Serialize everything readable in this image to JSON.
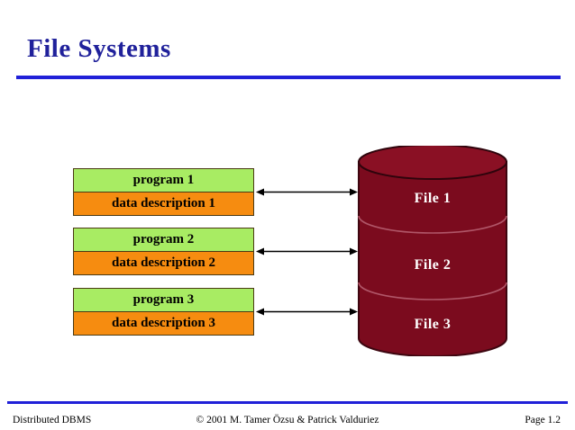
{
  "slide": {
    "title": "File Systems",
    "title_color": "#20219B",
    "rule_color": "#2020D8"
  },
  "programs": [
    {
      "program_label": "program 1",
      "data_label": "data description 1"
    },
    {
      "program_label": "program 2",
      "data_label": "data description 2"
    },
    {
      "program_label": "program 3",
      "data_label": "data description 3"
    }
  ],
  "colors": {
    "program_box": "#A8EC63",
    "data_box": "#F68C10",
    "cylinder": "#7B0B1E",
    "cylinder_top": "#8A1024",
    "cylinder_divider": "#B05668",
    "arrow": "#000000"
  },
  "database": {
    "files": [
      {
        "label": "File 1"
      },
      {
        "label": "File 2"
      },
      {
        "label": "File 3"
      }
    ]
  },
  "connectors": [
    {
      "name": "arrow-program-1-to-file-1"
    },
    {
      "name": "arrow-program-2-to-file-2"
    },
    {
      "name": "arrow-program-3-to-file-3"
    }
  ],
  "footer": {
    "left": "Distributed DBMS",
    "center": "© 2001 M. Tamer Özsu & Patrick Valduriez",
    "right": "Page 1.2"
  }
}
